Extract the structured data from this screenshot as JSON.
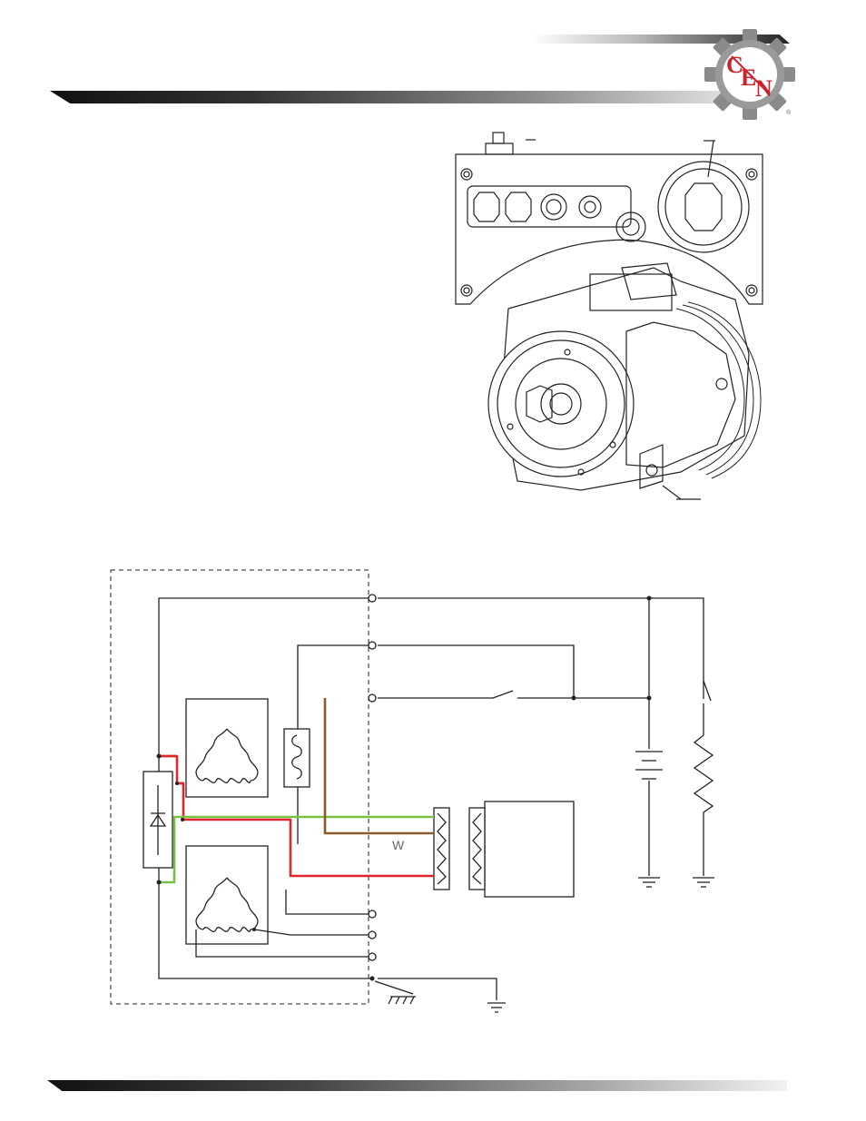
{
  "logo": {
    "letters": [
      "C",
      "E",
      "N"
    ],
    "registered": "®"
  },
  "schematic": {
    "wire_label": "W"
  },
  "colors": {
    "positive_wire": "#e0262b",
    "ac_tap_wire": "#7ac143",
    "sense_wire": "#8b5a2b",
    "line": "#222222",
    "logo_red": "#c8242b"
  }
}
